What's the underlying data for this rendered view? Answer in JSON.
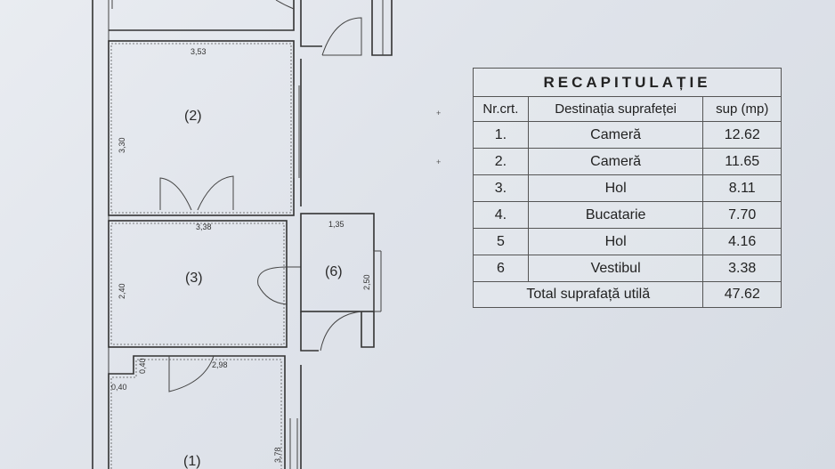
{
  "plan": {
    "rooms": [
      {
        "label": "(2)"
      },
      {
        "label": "(3)"
      },
      {
        "label": "(6)"
      },
      {
        "label": "(1)"
      }
    ],
    "dimensions": [
      "3,53",
      "3,30",
      "3,38",
      "2,40",
      "1,35",
      "2,50",
      "0,40",
      "0,40",
      "2,98",
      "3,78"
    ]
  },
  "table": {
    "title": "RECAPITULAȚIE",
    "headers": [
      "Nr.crt.",
      "Destinația suprafeței",
      "sup (mp)"
    ],
    "rows": [
      {
        "nr": "1.",
        "dest": "Cameră",
        "sup": "12.62"
      },
      {
        "nr": "2.",
        "dest": "Cameră",
        "sup": "11.65"
      },
      {
        "nr": "3.",
        "dest": "Hol",
        "sup": "8.11"
      },
      {
        "nr": "4.",
        "dest": "Bucatarie",
        "sup": "7.70"
      },
      {
        "nr": "5",
        "dest": "Hol",
        "sup": "4.16"
      },
      {
        "nr": "6",
        "dest": "Vestibul",
        "sup": "3.38"
      }
    ],
    "total_label": "Total suprafață utilă",
    "total_value": "47.62"
  }
}
